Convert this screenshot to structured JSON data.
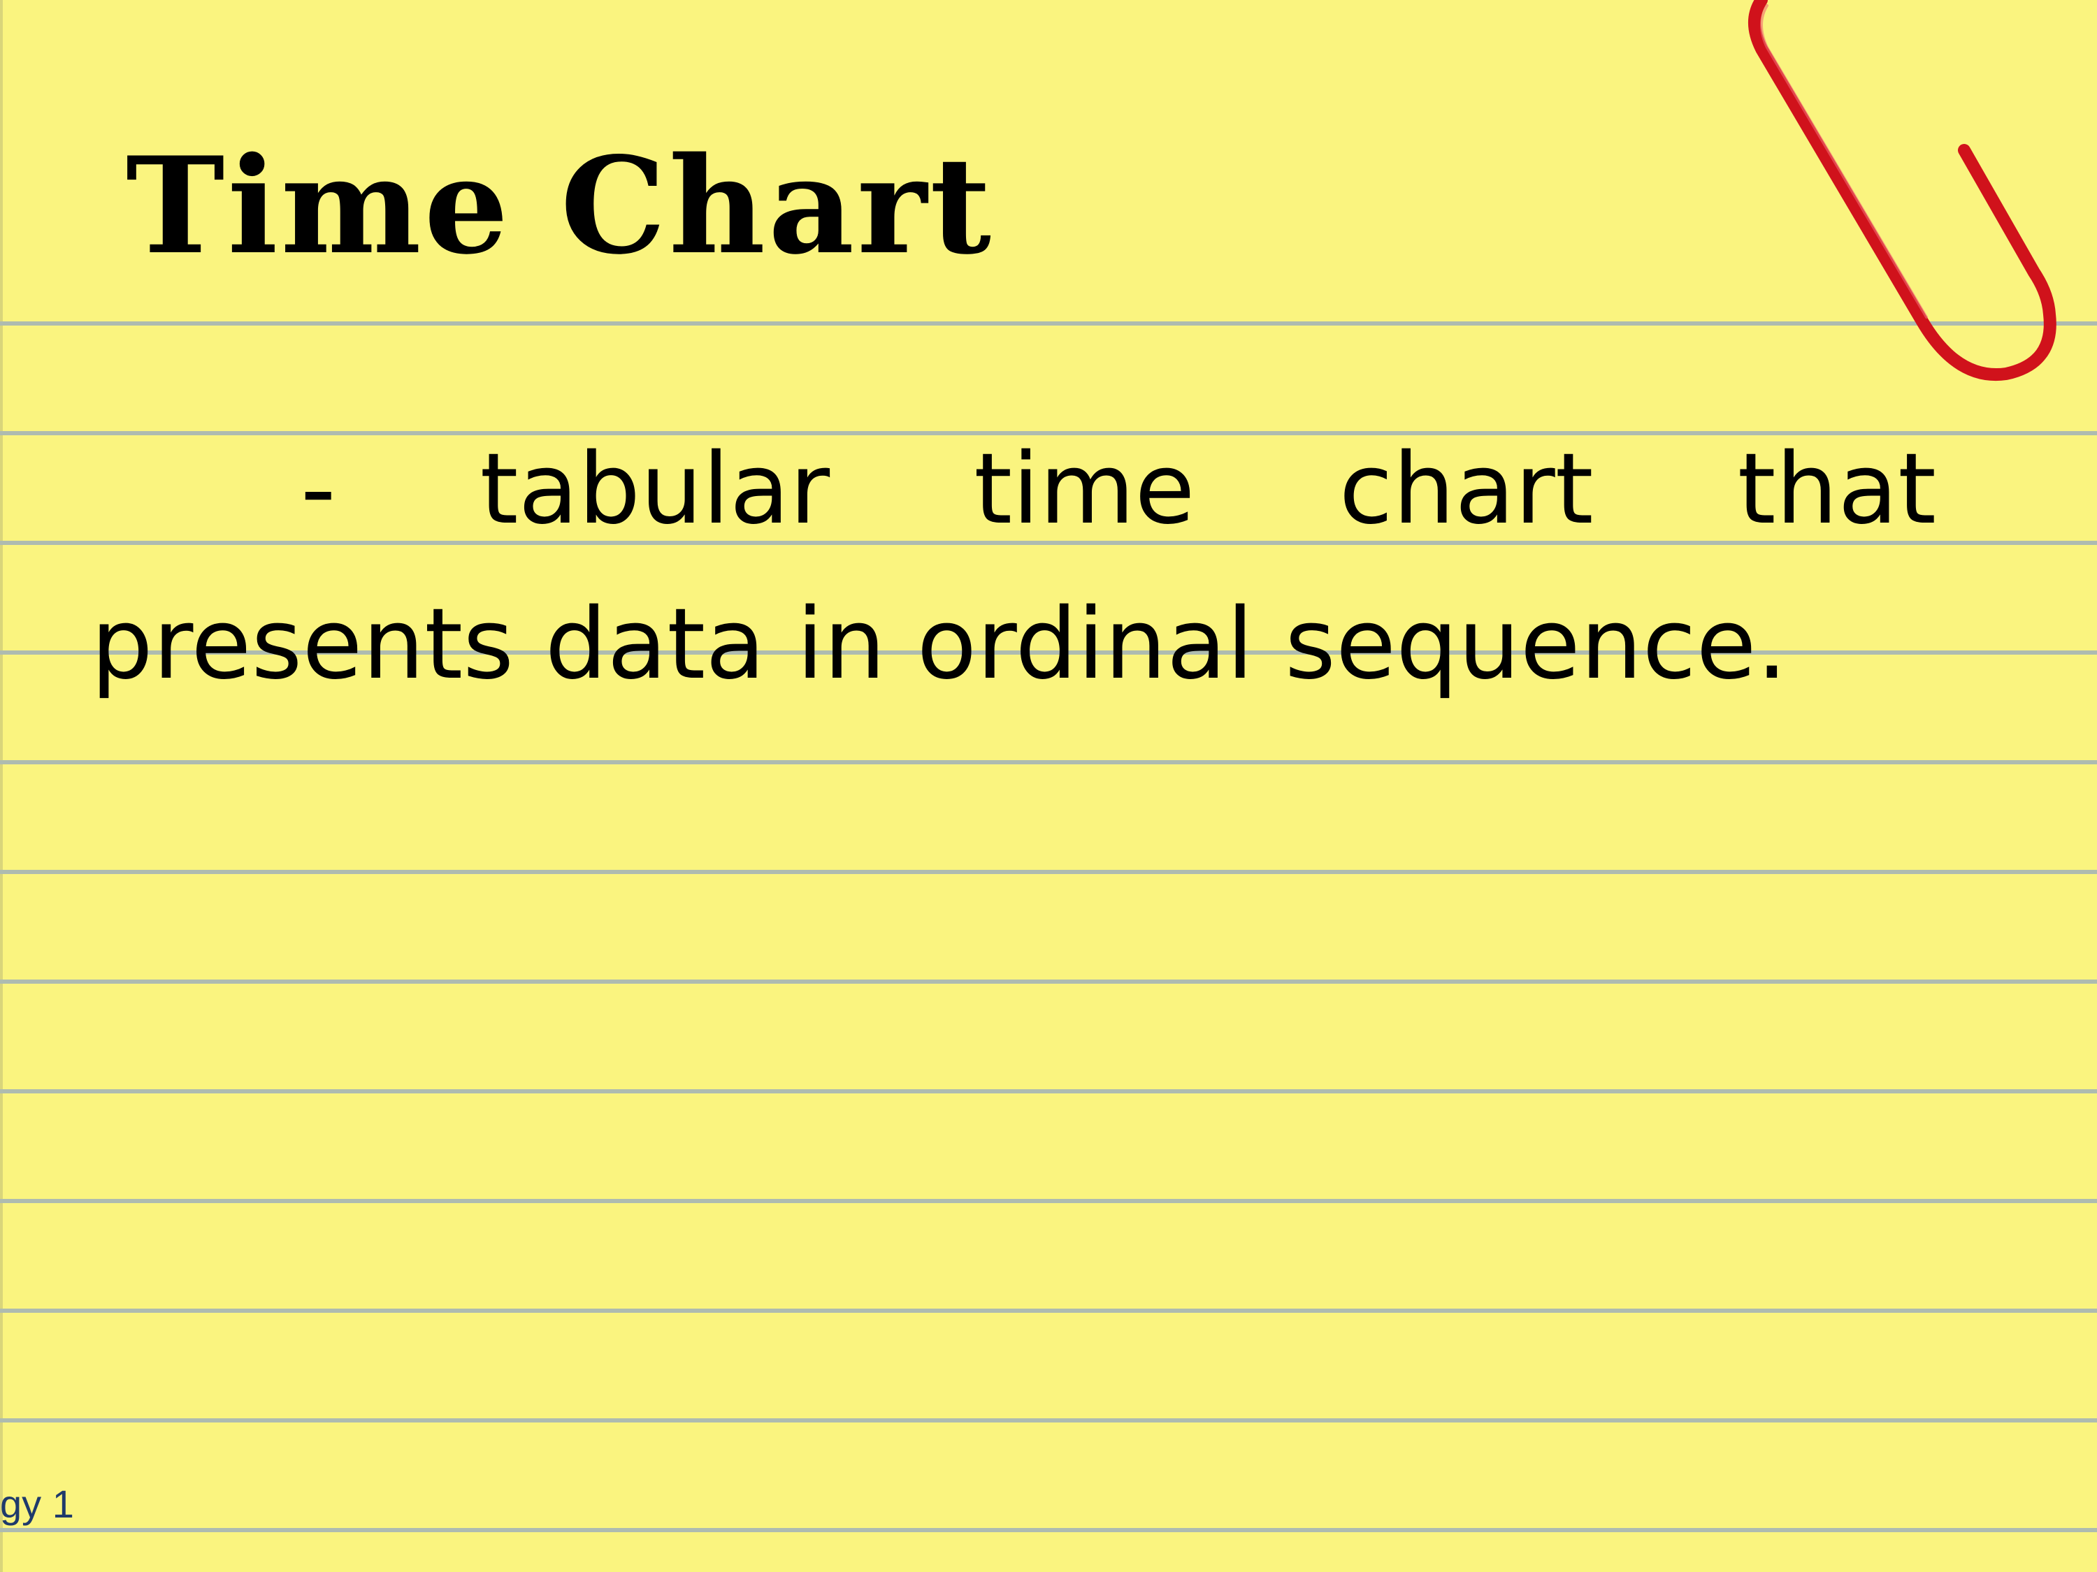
{
  "slide": {
    "title": "Time Chart",
    "body": "- tabular time chart that presents data in ordinal sequence.",
    "footer": "gy 1"
  },
  "icons": {
    "decoration": "paperclip-icon"
  },
  "colors": {
    "paper": "#FAF47F",
    "rule_lines": "#AEBBB0",
    "paperclip": "#D0121B",
    "text": "#000000",
    "footer_text": "#1F3A6B"
  }
}
